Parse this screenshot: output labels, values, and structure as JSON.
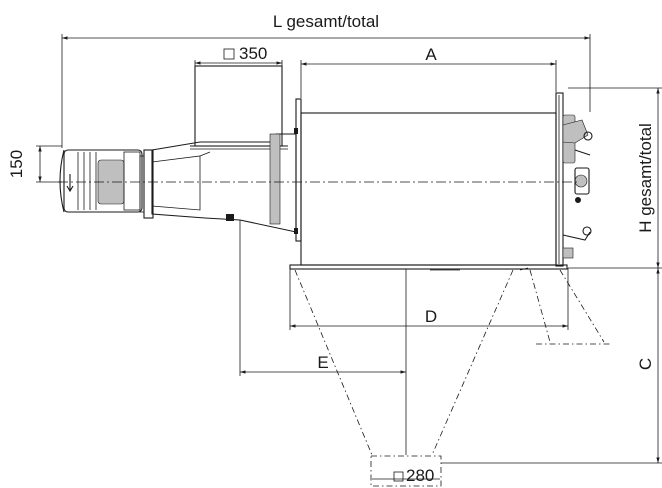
{
  "dimensions": {
    "l_total": "L gesamt/total",
    "a": "A",
    "square_350": "350",
    "h_150": "150",
    "h_total": "H gesamt/total",
    "d": "D",
    "e": "E",
    "c": "C",
    "square_280": "280"
  }
}
